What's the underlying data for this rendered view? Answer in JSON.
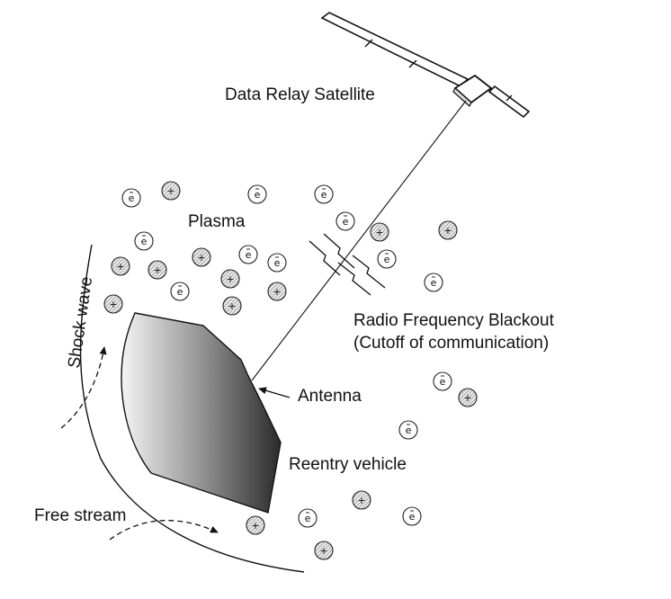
{
  "labels": {
    "satellite": "Data Relay Satellite",
    "plasma": "Plasma",
    "blackout_line1": "Radio Frequency Blackout",
    "blackout_line2": "(Cutoff of communication)",
    "antenna": "Antenna",
    "vehicle": "Reentry vehicle",
    "shock_wave": "Shock wave",
    "free_stream": "Free stream"
  },
  "particle_symbols": {
    "electron": "e",
    "ion": "+"
  },
  "colors": {
    "ink": "#111111",
    "vehicle_light": "#f4f4f4",
    "vehicle_dark": "#2a2a2a"
  }
}
